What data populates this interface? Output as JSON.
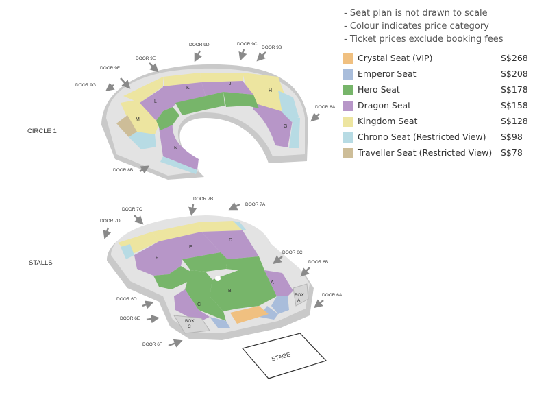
{
  "notes": [
    "- Seat plan is not drawn to scale",
    "- Colour indicates price category",
    "- Ticket prices exclude booking fees"
  ],
  "legend": [
    {
      "name": "Crystal Seat (VIP)",
      "price": "S$268",
      "color": "#f0c080"
    },
    {
      "name": "Emperor Seat",
      "price": "S$208",
      "color": "#a9bddb"
    },
    {
      "name": "Hero Seat",
      "price": "S$178",
      "color": "#77b56a"
    },
    {
      "name": "Dragon Seat",
      "price": "S$158",
      "color": "#b796c8"
    },
    {
      "name": "Kingdom Seat",
      "price": "S$128",
      "color": "#ede5a0"
    },
    {
      "name": "Chrono Seat  (Restricted View)",
      "price": "S$98",
      "color": "#b7dbe4"
    },
    {
      "name": "Traveller Seat (Restricted View)",
      "price": "S$78",
      "color": "#cdbd98"
    }
  ],
  "circle1": {
    "label": "CIRCLE 1",
    "sections": [
      "K",
      "J",
      "H",
      "L",
      "M",
      "G",
      "N"
    ],
    "doors": [
      "DOOR 9G",
      "DOOR 9F",
      "DOOR 9E",
      "DOOR 9D",
      "DOOR 9C",
      "DOOR 9B",
      "DOOR 8A",
      "DOOR 8B"
    ]
  },
  "stalls": {
    "label": "STALLS",
    "sections": [
      "E",
      "D",
      "F",
      "B",
      "A",
      "C"
    ],
    "boxes": [
      [
        "BOX",
        "A"
      ],
      [
        "BOX",
        "C"
      ]
    ],
    "stage": "STAGE",
    "doors": [
      "DOOR 7D",
      "DOOR 7C",
      "DOOR 7B",
      "DOOR 7A",
      "DOOR 6C",
      "DOOR 6B",
      "DOOR 6A",
      "DOOR 6D",
      "DOOR 6E",
      "DOOR 6F"
    ]
  }
}
